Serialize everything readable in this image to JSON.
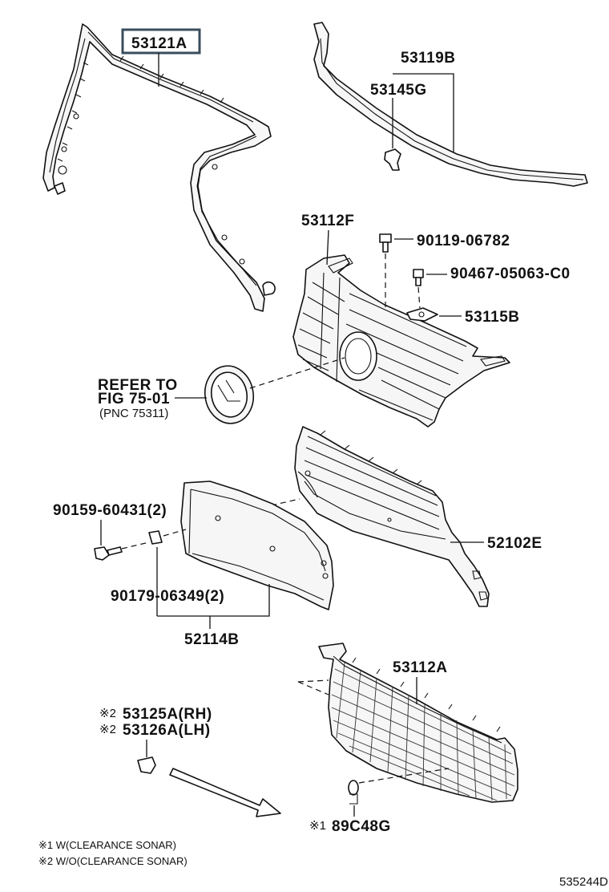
{
  "diagram": {
    "id_code": "535244D",
    "parts": {
      "molding_upper": "53121A",
      "molding_hood": "53119B",
      "clip_hood": "53145G",
      "grille_sub": "53112F",
      "bolt_a": "90119-06782",
      "screw_a": "90467-05063-C0",
      "bracket": "53115B",
      "bumper_cover": "52102E",
      "screw_b": "90159-60431(2)",
      "nut_clip": "90179-06349(2)",
      "plate_bracket": "52114B",
      "lower_grille": "53112A",
      "cover_rh": "53125A(RH)",
      "cover_lh": "53126A(LH)",
      "sonar_cap": "89C48G"
    },
    "reference": {
      "line1": "REFER TO",
      "line2": "FIG 75-01",
      "line3": "(PNC 75311)"
    },
    "marks": {
      "mark1": "※1",
      "mark2": "※2"
    },
    "notes": {
      "note1": "※1 W(CLEARANCE SONAR)",
      "note2": "※2 W/O(CLEARANCE SONAR)"
    }
  }
}
